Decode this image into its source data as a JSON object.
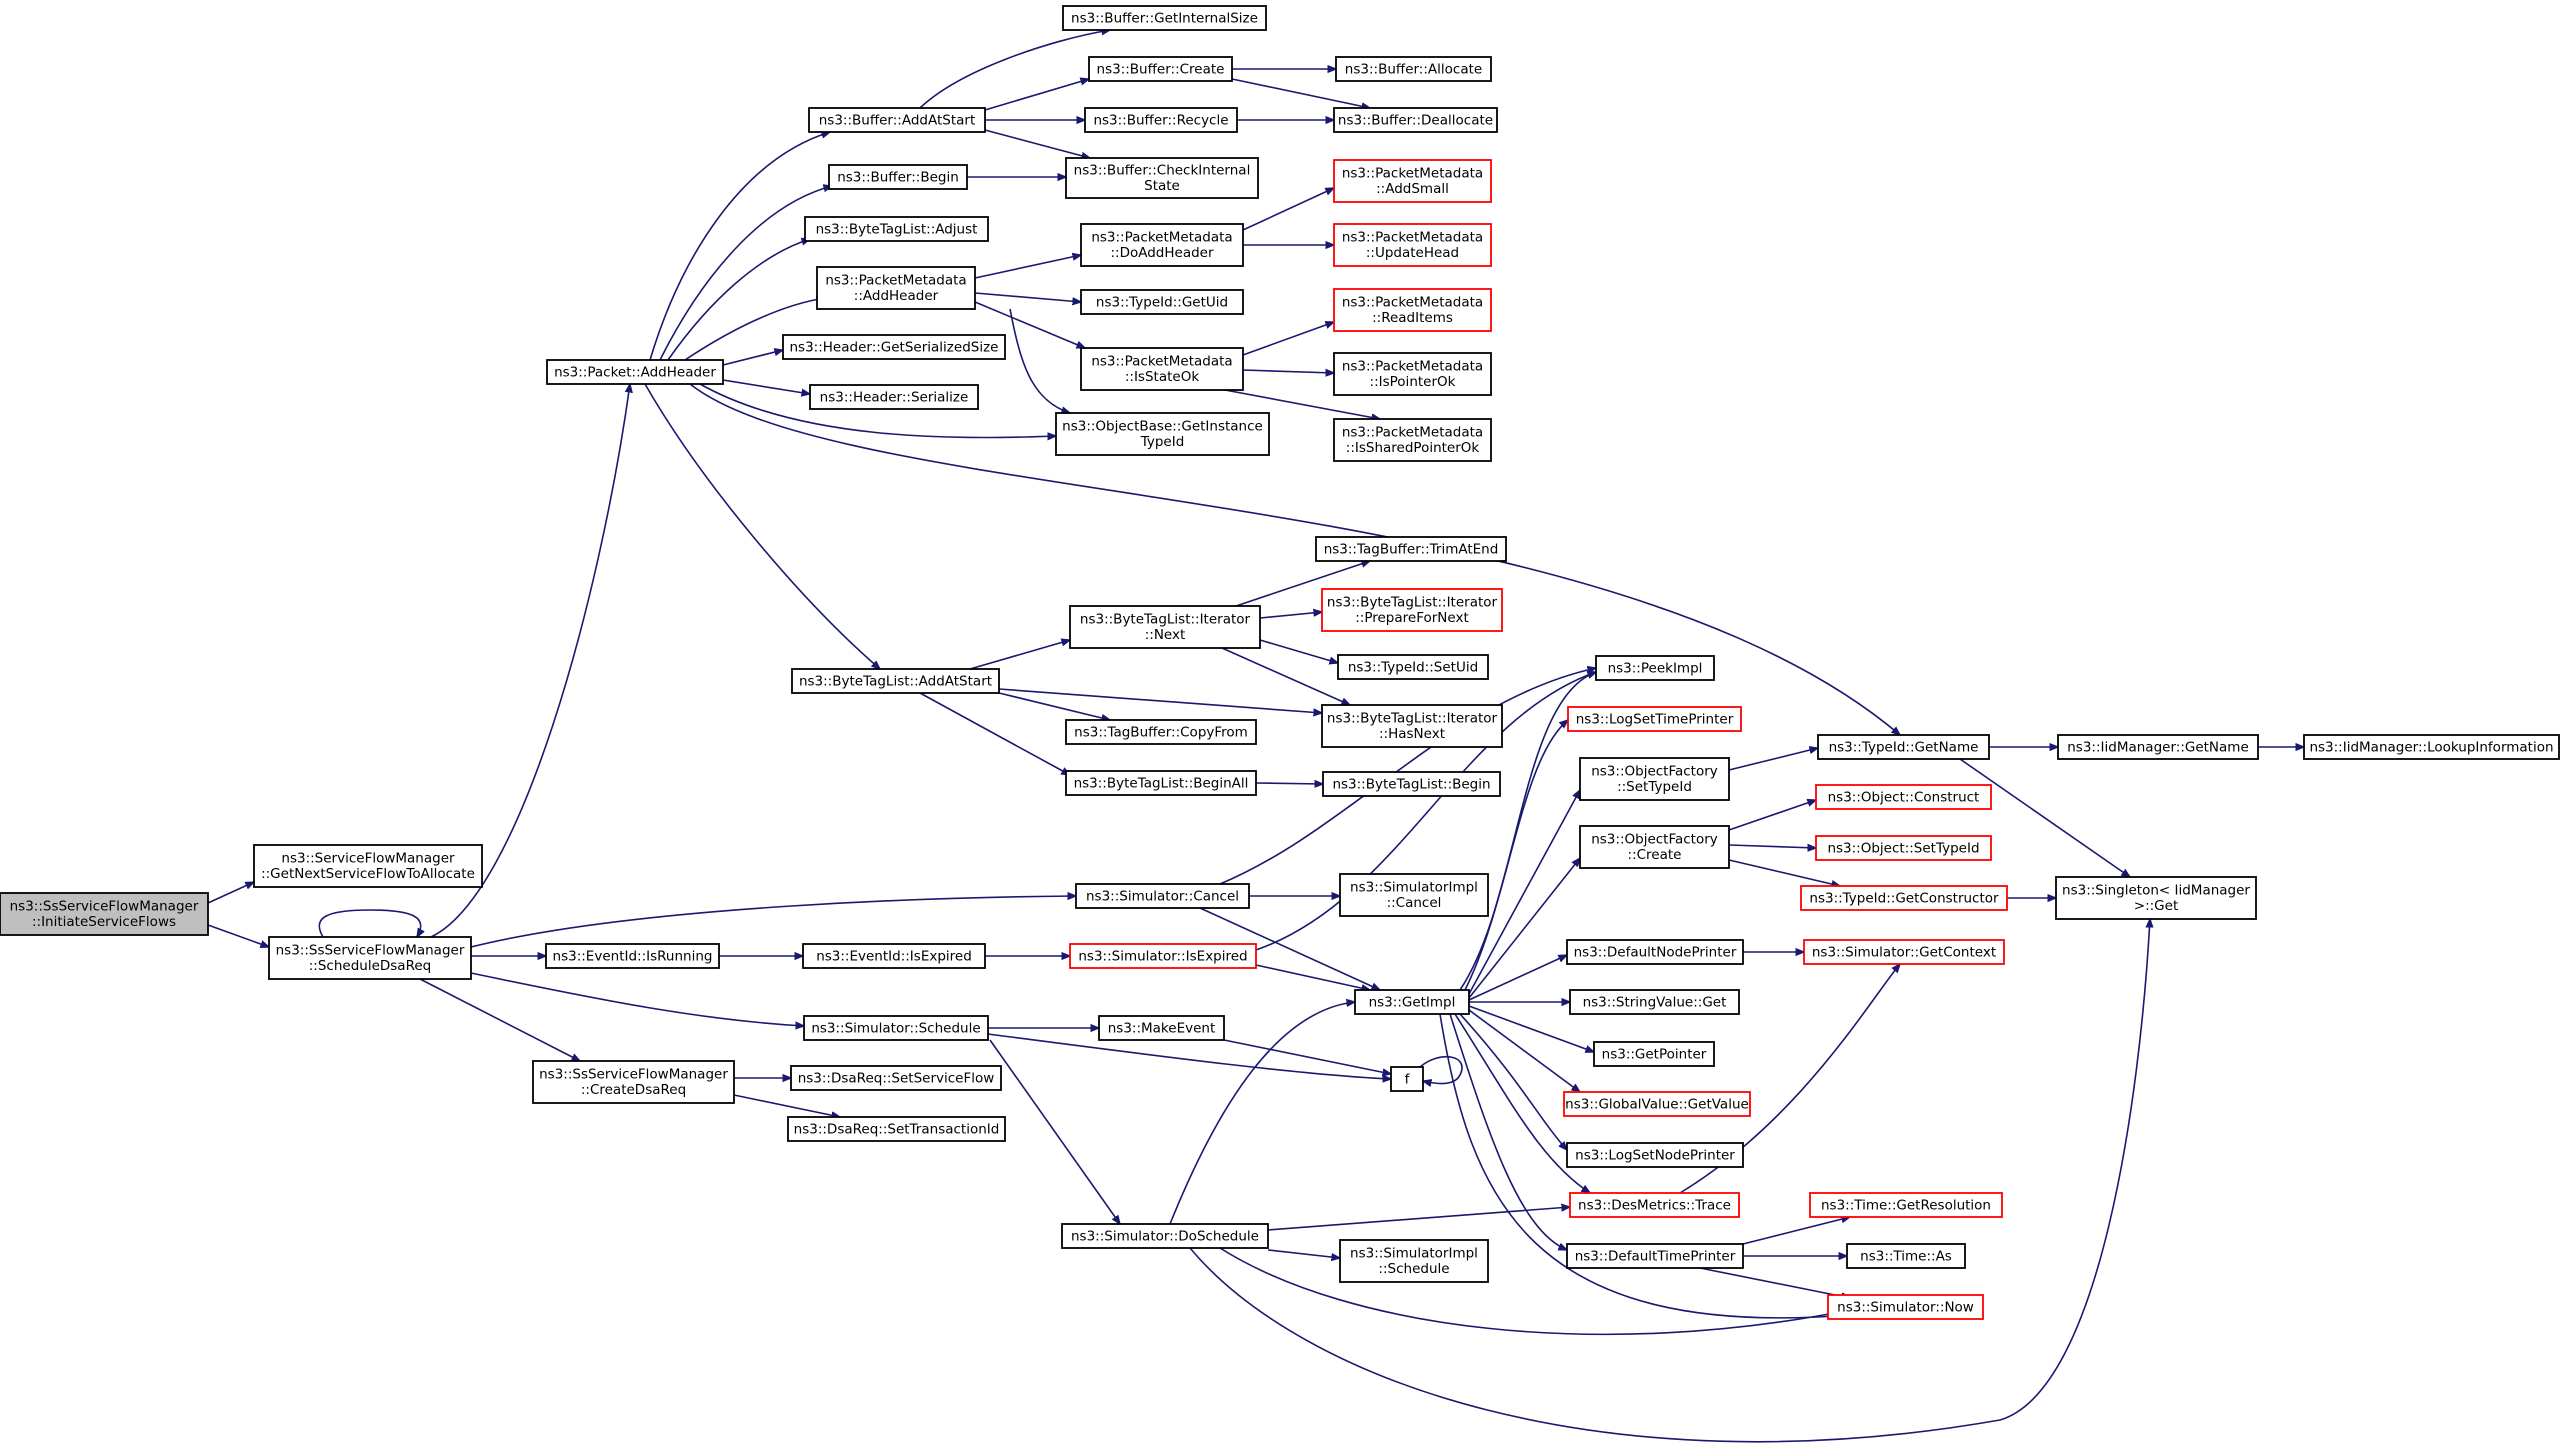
{
  "colors": {
    "edge": "#191970",
    "border_normal": "#000000",
    "border_truncated": "#ff0000",
    "root_fill": "#bfbfbf",
    "node_fill": "#ffffff"
  },
  "nodes": [
    {
      "id": "root",
      "lines": [
        "ns3::SsServiceFlowManager",
        "::InitiateServiceFlows"
      ],
      "style": "root"
    },
    {
      "id": "getNextSF",
      "lines": [
        "ns3::ServiceFlowManager",
        "::GetNextServiceFlowToAllocate"
      ],
      "style": "normal"
    },
    {
      "id": "scheduleDsaReq",
      "lines": [
        "ns3::SsServiceFlowManager",
        "::ScheduleDsaReq"
      ],
      "style": "normal"
    },
    {
      "id": "packetAddHeader",
      "lines": [
        "ns3::Packet::AddHeader"
      ],
      "style": "normal"
    },
    {
      "id": "bufGetInternalSize",
      "lines": [
        "ns3::Buffer::GetInternalSize"
      ],
      "style": "normal"
    },
    {
      "id": "bufAddAtStart",
      "lines": [
        "ns3::Buffer::AddAtStart"
      ],
      "style": "normal"
    },
    {
      "id": "bufCreate",
      "lines": [
        "ns3::Buffer::Create"
      ],
      "style": "normal"
    },
    {
      "id": "bufAllocate",
      "lines": [
        "ns3::Buffer::Allocate"
      ],
      "style": "normal"
    },
    {
      "id": "bufRecycle",
      "lines": [
        "ns3::Buffer::Recycle"
      ],
      "style": "normal"
    },
    {
      "id": "bufDeallocate",
      "lines": [
        "ns3::Buffer::Deallocate"
      ],
      "style": "normal"
    },
    {
      "id": "bufBegin",
      "lines": [
        "ns3::Buffer::Begin"
      ],
      "style": "normal"
    },
    {
      "id": "bufCheckInternal",
      "lines": [
        "ns3::Buffer::CheckInternal",
        "State"
      ],
      "style": "normal"
    },
    {
      "id": "btlAdjust",
      "lines": [
        "ns3::ByteTagList::Adjust"
      ],
      "style": "normal"
    },
    {
      "id": "pmAddHeader",
      "lines": [
        "ns3::PacketMetadata",
        "::AddHeader"
      ],
      "style": "normal"
    },
    {
      "id": "pmDoAddHeader",
      "lines": [
        "ns3::PacketMetadata",
        "::DoAddHeader"
      ],
      "style": "normal"
    },
    {
      "id": "pmAddSmall",
      "lines": [
        "ns3::PacketMetadata",
        "::AddSmall"
      ],
      "style": "truncated"
    },
    {
      "id": "pmUpdateHead",
      "lines": [
        "ns3::PacketMetadata",
        "::UpdateHead"
      ],
      "style": "truncated"
    },
    {
      "id": "typeIdGetUid",
      "lines": [
        "ns3::TypeId::GetUid"
      ],
      "style": "normal"
    },
    {
      "id": "pmReadItems",
      "lines": [
        "ns3::PacketMetadata",
        "::ReadItems"
      ],
      "style": "truncated"
    },
    {
      "id": "pmIsStateOk",
      "lines": [
        "ns3::PacketMetadata",
        "::IsStateOk"
      ],
      "style": "normal"
    },
    {
      "id": "pmIsPointerOk",
      "lines": [
        "ns3::PacketMetadata",
        "::IsPointerOk"
      ],
      "style": "normal"
    },
    {
      "id": "pmIsSharedPointerOk",
      "lines": [
        "ns3::PacketMetadata",
        "::IsSharedPointerOk"
      ],
      "style": "normal"
    },
    {
      "id": "hdrGetSerializedSize",
      "lines": [
        "ns3::Header::GetSerializedSize"
      ],
      "style": "normal"
    },
    {
      "id": "hdrSerialize",
      "lines": [
        "ns3::Header::Serialize"
      ],
      "style": "normal"
    },
    {
      "id": "obGetInstanceTypeId",
      "lines": [
        "ns3::ObjectBase::GetInstance",
        "TypeId"
      ],
      "style": "normal"
    },
    {
      "id": "tbTrimAtEnd",
      "lines": [
        "ns3::TagBuffer::TrimAtEnd"
      ],
      "style": "normal"
    },
    {
      "id": "btliNext",
      "lines": [
        "ns3::ByteTagList::Iterator",
        "::Next"
      ],
      "style": "normal"
    },
    {
      "id": "btliPrepareForNext",
      "lines": [
        "ns3::ByteTagList::Iterator",
        "::PrepareForNext"
      ],
      "style": "truncated"
    },
    {
      "id": "typeIdSetUid",
      "lines": [
        "ns3::TypeId::SetUid"
      ],
      "style": "normal"
    },
    {
      "id": "btlAddAtStart",
      "lines": [
        "ns3::ByteTagList::AddAtStart"
      ],
      "style": "normal"
    },
    {
      "id": "btliHasNext",
      "lines": [
        "ns3::ByteTagList::Iterator",
        "::HasNext"
      ],
      "style": "normal"
    },
    {
      "id": "tbCopyFrom",
      "lines": [
        "ns3::TagBuffer::CopyFrom"
      ],
      "style": "normal"
    },
    {
      "id": "btlBeginAll",
      "lines": [
        "ns3::ByteTagList::BeginAll"
      ],
      "style": "normal"
    },
    {
      "id": "btlBegin",
      "lines": [
        "ns3::ByteTagList::Begin"
      ],
      "style": "normal"
    },
    {
      "id": "peekImpl",
      "lines": [
        "ns3::PeekImpl"
      ],
      "style": "normal"
    },
    {
      "id": "logSetTimePrinter",
      "lines": [
        "ns3::LogSetTimePrinter"
      ],
      "style": "truncated"
    },
    {
      "id": "ofSetTypeId",
      "lines": [
        "ns3::ObjectFactory",
        "::SetTypeId"
      ],
      "style": "normal"
    },
    {
      "id": "typeIdGetName",
      "lines": [
        "ns3::TypeId::GetName"
      ],
      "style": "normal"
    },
    {
      "id": "iidGetName",
      "lines": [
        "ns3::IidManager::GetName"
      ],
      "style": "normal"
    },
    {
      "id": "iidLookup",
      "lines": [
        "ns3::IidManager::LookupInformation"
      ],
      "style": "normal"
    },
    {
      "id": "objConstruct",
      "lines": [
        "ns3::Object::Construct"
      ],
      "style": "truncated"
    },
    {
      "id": "ofCreate",
      "lines": [
        "ns3::ObjectFactory",
        "::Create"
      ],
      "style": "normal"
    },
    {
      "id": "objSetTypeId",
      "lines": [
        "ns3::Object::SetTypeId"
      ],
      "style": "truncated"
    },
    {
      "id": "typeIdGetConstructor",
      "lines": [
        "ns3::TypeId::GetConstructor"
      ],
      "style": "truncated"
    },
    {
      "id": "singletonGet",
      "lines": [
        "ns3::Singleton< IidManager",
        ">::Get"
      ],
      "style": "normal"
    },
    {
      "id": "simCancel",
      "lines": [
        "ns3::Simulator::Cancel"
      ],
      "style": "normal"
    },
    {
      "id": "simImplCancel",
      "lines": [
        "ns3::SimulatorImpl",
        "::Cancel"
      ],
      "style": "normal"
    },
    {
      "id": "eventIsRunning",
      "lines": [
        "ns3::EventId::IsRunning"
      ],
      "style": "normal"
    },
    {
      "id": "eventIsExpired",
      "lines": [
        "ns3::EventId::IsExpired"
      ],
      "style": "normal"
    },
    {
      "id": "simIsExpired",
      "lines": [
        "ns3::Simulator::IsExpired"
      ],
      "style": "truncated"
    },
    {
      "id": "defaultNodePrinter",
      "lines": [
        "ns3::DefaultNodePrinter"
      ],
      "style": "normal"
    },
    {
      "id": "simGetContext",
      "lines": [
        "ns3::Simulator::GetContext"
      ],
      "style": "truncated"
    },
    {
      "id": "getImpl",
      "lines": [
        "ns3::GetImpl"
      ],
      "style": "normal"
    },
    {
      "id": "stringValueGet",
      "lines": [
        "ns3::StringValue::Get"
      ],
      "style": "normal"
    },
    {
      "id": "simSchedule",
      "lines": [
        "ns3::Simulator::Schedule"
      ],
      "style": "normal"
    },
    {
      "id": "makeEvent",
      "lines": [
        "ns3::MakeEvent"
      ],
      "style": "normal"
    },
    {
      "id": "getPointer",
      "lines": [
        "ns3::GetPointer"
      ],
      "style": "normal"
    },
    {
      "id": "createDsaReq",
      "lines": [
        "ns3::SsServiceFlowManager",
        "::CreateDsaReq"
      ],
      "style": "normal"
    },
    {
      "id": "dsaSetServiceFlow",
      "lines": [
        "ns3::DsaReq::SetServiceFlow"
      ],
      "style": "normal"
    },
    {
      "id": "fNode",
      "lines": [
        "f"
      ],
      "style": "normal"
    },
    {
      "id": "globalValueGetValue",
      "lines": [
        "ns3::GlobalValue::GetValue"
      ],
      "style": "truncated"
    },
    {
      "id": "dsaSetTransactionId",
      "lines": [
        "ns3::DsaReq::SetTransactionId"
      ],
      "style": "normal"
    },
    {
      "id": "logSetNodePrinter",
      "lines": [
        "ns3::LogSetNodePrinter"
      ],
      "style": "normal"
    },
    {
      "id": "desMetricsTrace",
      "lines": [
        "ns3::DesMetrics::Trace"
      ],
      "style": "truncated"
    },
    {
      "id": "timeGetResolution",
      "lines": [
        "ns3::Time::GetResolution"
      ],
      "style": "truncated"
    },
    {
      "id": "simDoSchedule",
      "lines": [
        "ns3::Simulator::DoSchedule"
      ],
      "style": "normal"
    },
    {
      "id": "defaultTimePrinter",
      "lines": [
        "ns3::DefaultTimePrinter"
      ],
      "style": "normal"
    },
    {
      "id": "timeAs",
      "lines": [
        "ns3::Time::As"
      ],
      "style": "normal"
    },
    {
      "id": "simImplSchedule",
      "lines": [
        "ns3::SimulatorImpl",
        "::Schedule"
      ],
      "style": "normal"
    },
    {
      "id": "simNow",
      "lines": [
        "ns3::Simulator::Now"
      ],
      "style": "truncated"
    }
  ]
}
